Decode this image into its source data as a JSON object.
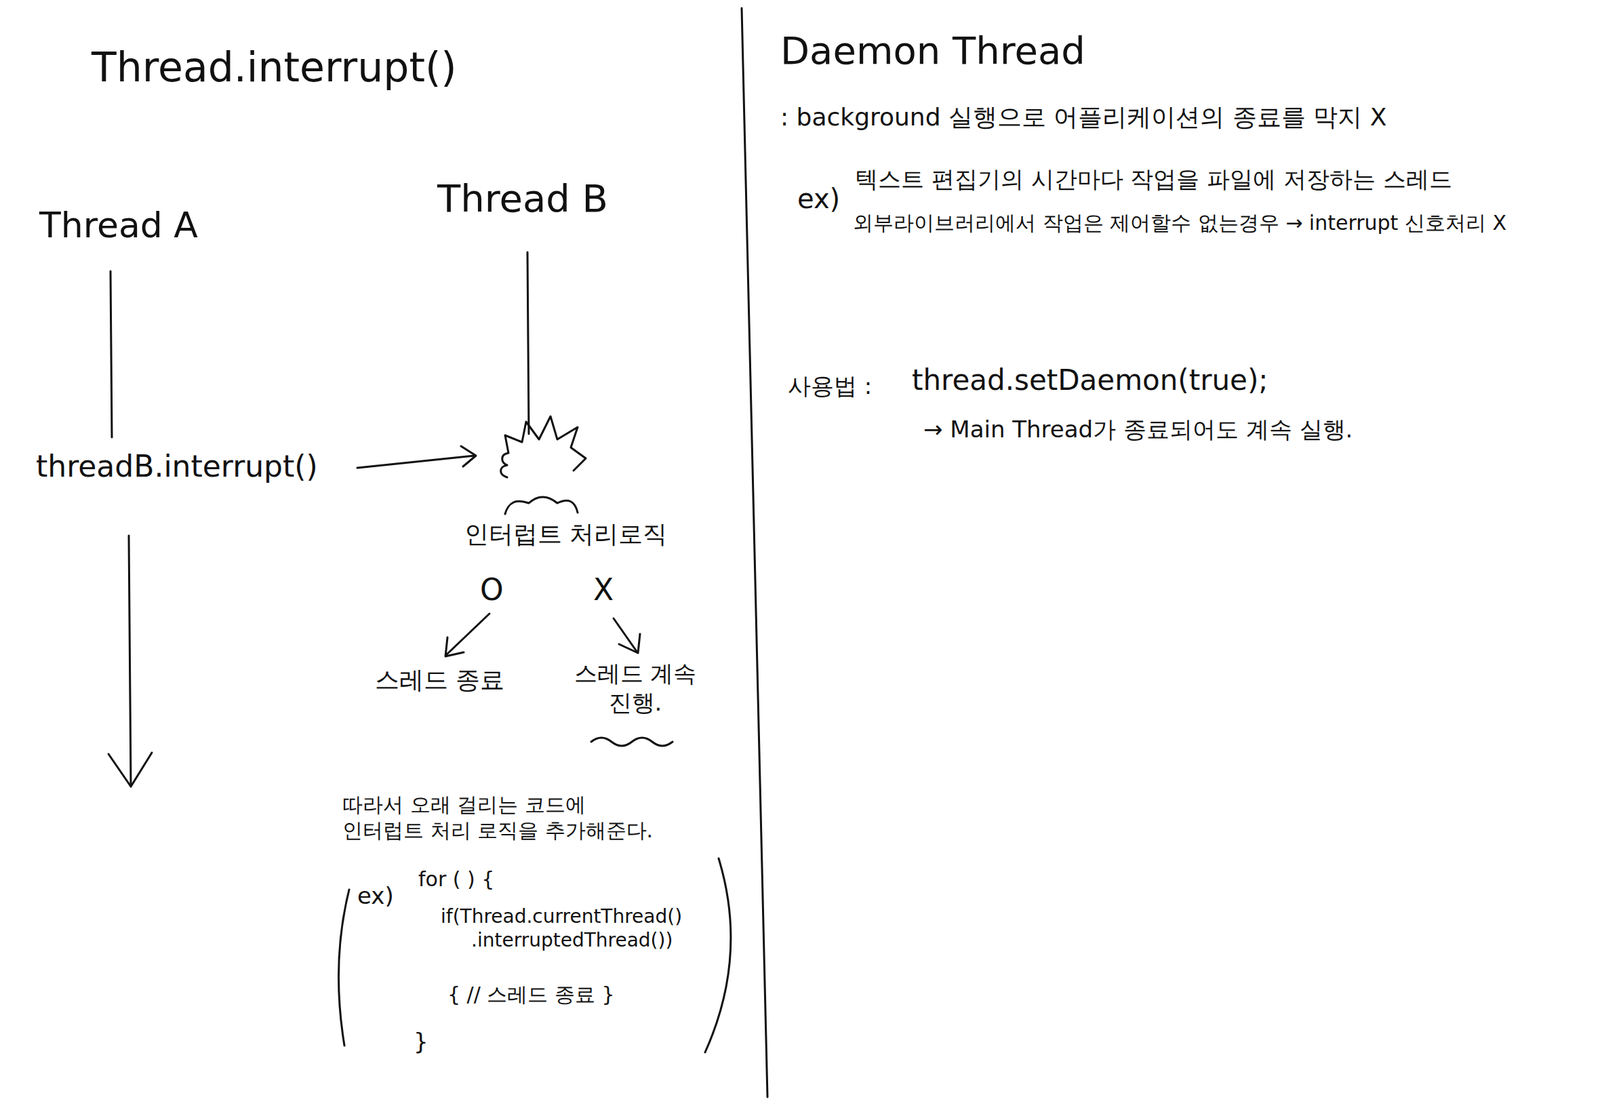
{
  "diagram": {
    "labels": [
      "Thread.interrupt()",
      "Thread A",
      "Thread B",
      "threadB.interrupt()",
      "인터럽트 처리로직",
      "O",
      "X",
      "스레드 종료",
      "스레드 계속 진행.",
      "따라서 오래 걸리는 코드에 인터럽트 처리 로직을 추가해준다.",
      "ex)",
      "for ( ) {",
      "if(Thread.currentThread() .interruptedThread())",
      "{ // 스레드 종료 }",
      "}",
      "Daemon Thread",
      ": background 실행으로 어플리케이션의 종료를 막지 X",
      "ex)",
      "텍스트 편집기의 시간마다 작업을 파일에 저장하는 스레드",
      "외부라이브러리에서 작업은 제어할수 없는경우 → interrupt 신호처리 X",
      "사용법 :",
      "thread.setDaemon(true);",
      "→ Main Thread가 종료되어도 계속 실행."
    ]
  }
}
